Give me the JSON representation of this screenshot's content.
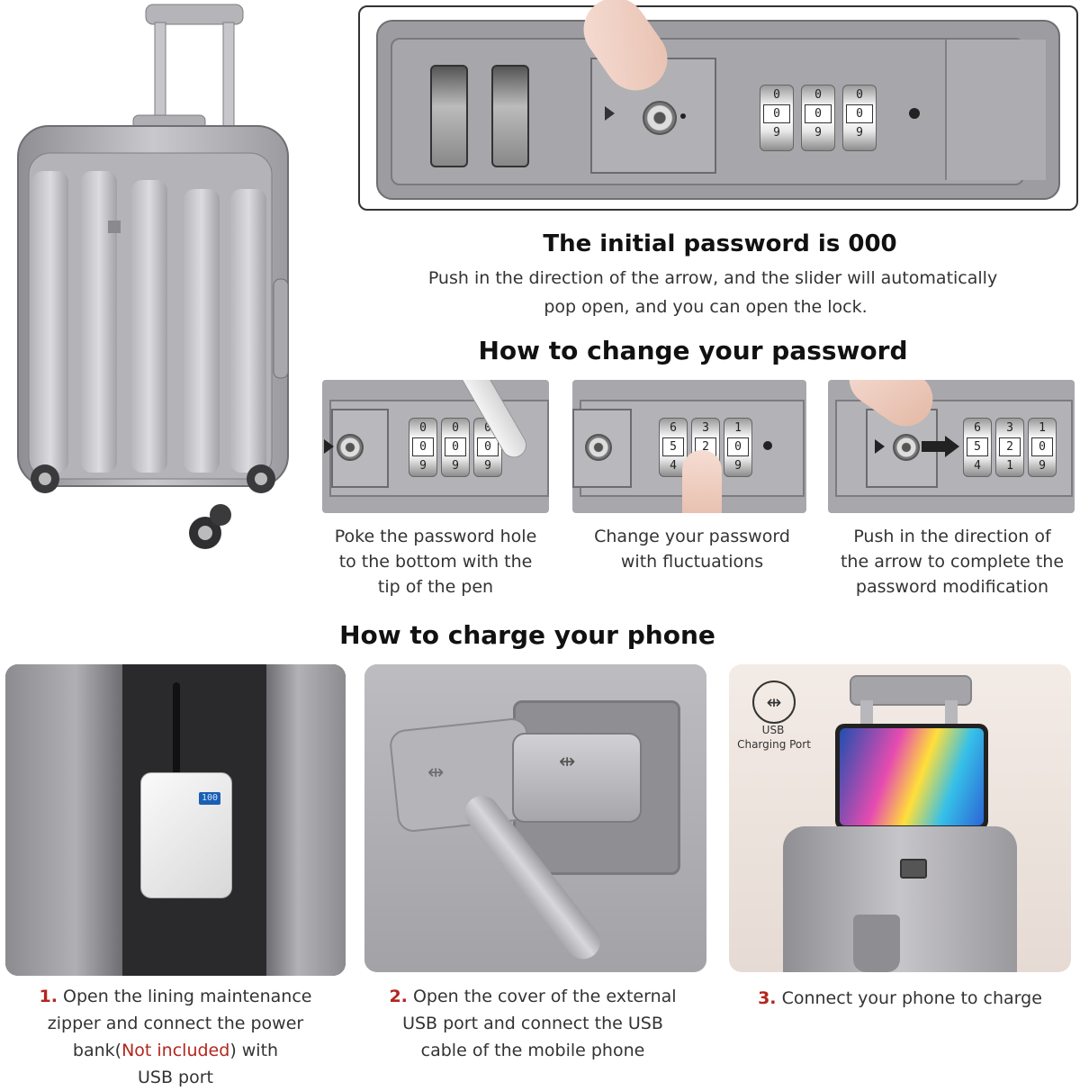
{
  "lock_info": {
    "title": "The initial password is 000",
    "line1": "Push in the direction of the arrow, and the slider will automatically",
    "line2": "pop open, and you can open the lock."
  },
  "change_password": {
    "heading": "How to change your password",
    "steps": [
      {
        "lines": [
          "Poke the password hole",
          "to the bottom with the",
          "tip of the pen"
        ],
        "dials": [
          [
            "0",
            "0",
            "0"
          ],
          [
            "0",
            "0",
            "0"
          ],
          [
            "9",
            "9",
            "9"
          ]
        ]
      },
      {
        "lines": [
          "Change your password",
          "with fluctuations"
        ],
        "dials": [
          [
            "6",
            "3",
            "1"
          ],
          [
            "5",
            "2",
            "0"
          ],
          [
            "4",
            "1",
            "9"
          ]
        ]
      },
      {
        "lines": [
          "Push in the direction of",
          "the arrow to complete the",
          "password modification"
        ],
        "dials": [
          [
            "6",
            "3",
            "1"
          ],
          [
            "5",
            "2",
            "0"
          ],
          [
            "4",
            "1",
            "9"
          ]
        ]
      }
    ]
  },
  "top_dials": {
    "top": [
      "0",
      "0",
      "0"
    ],
    "mid": [
      "0",
      "0",
      "0"
    ],
    "bottom": [
      "9",
      "9",
      "9"
    ]
  },
  "charge": {
    "heading": "How to charge your phone",
    "usb_label_1": "USB",
    "usb_label_2": "Charging Port",
    "powerbank_display": "100",
    "steps": [
      {
        "num": "1.",
        "pre": "Open the lining maintenance",
        "l2": "zipper and connect the power",
        "l3a": "bank(",
        "l3red": "Not included",
        "l3b": ") with",
        "l4": "USB port"
      },
      {
        "num": "2.",
        "l1": "Open the cover of the external",
        "l2": "USB port and connect the USB",
        "l3": "cable of the mobile phone"
      },
      {
        "num": "3.",
        "l1": "Connect your phone to charge"
      }
    ]
  },
  "colors": {
    "accent_red": "#b3261e",
    "suitcase_gray": "#a9a8ab"
  }
}
